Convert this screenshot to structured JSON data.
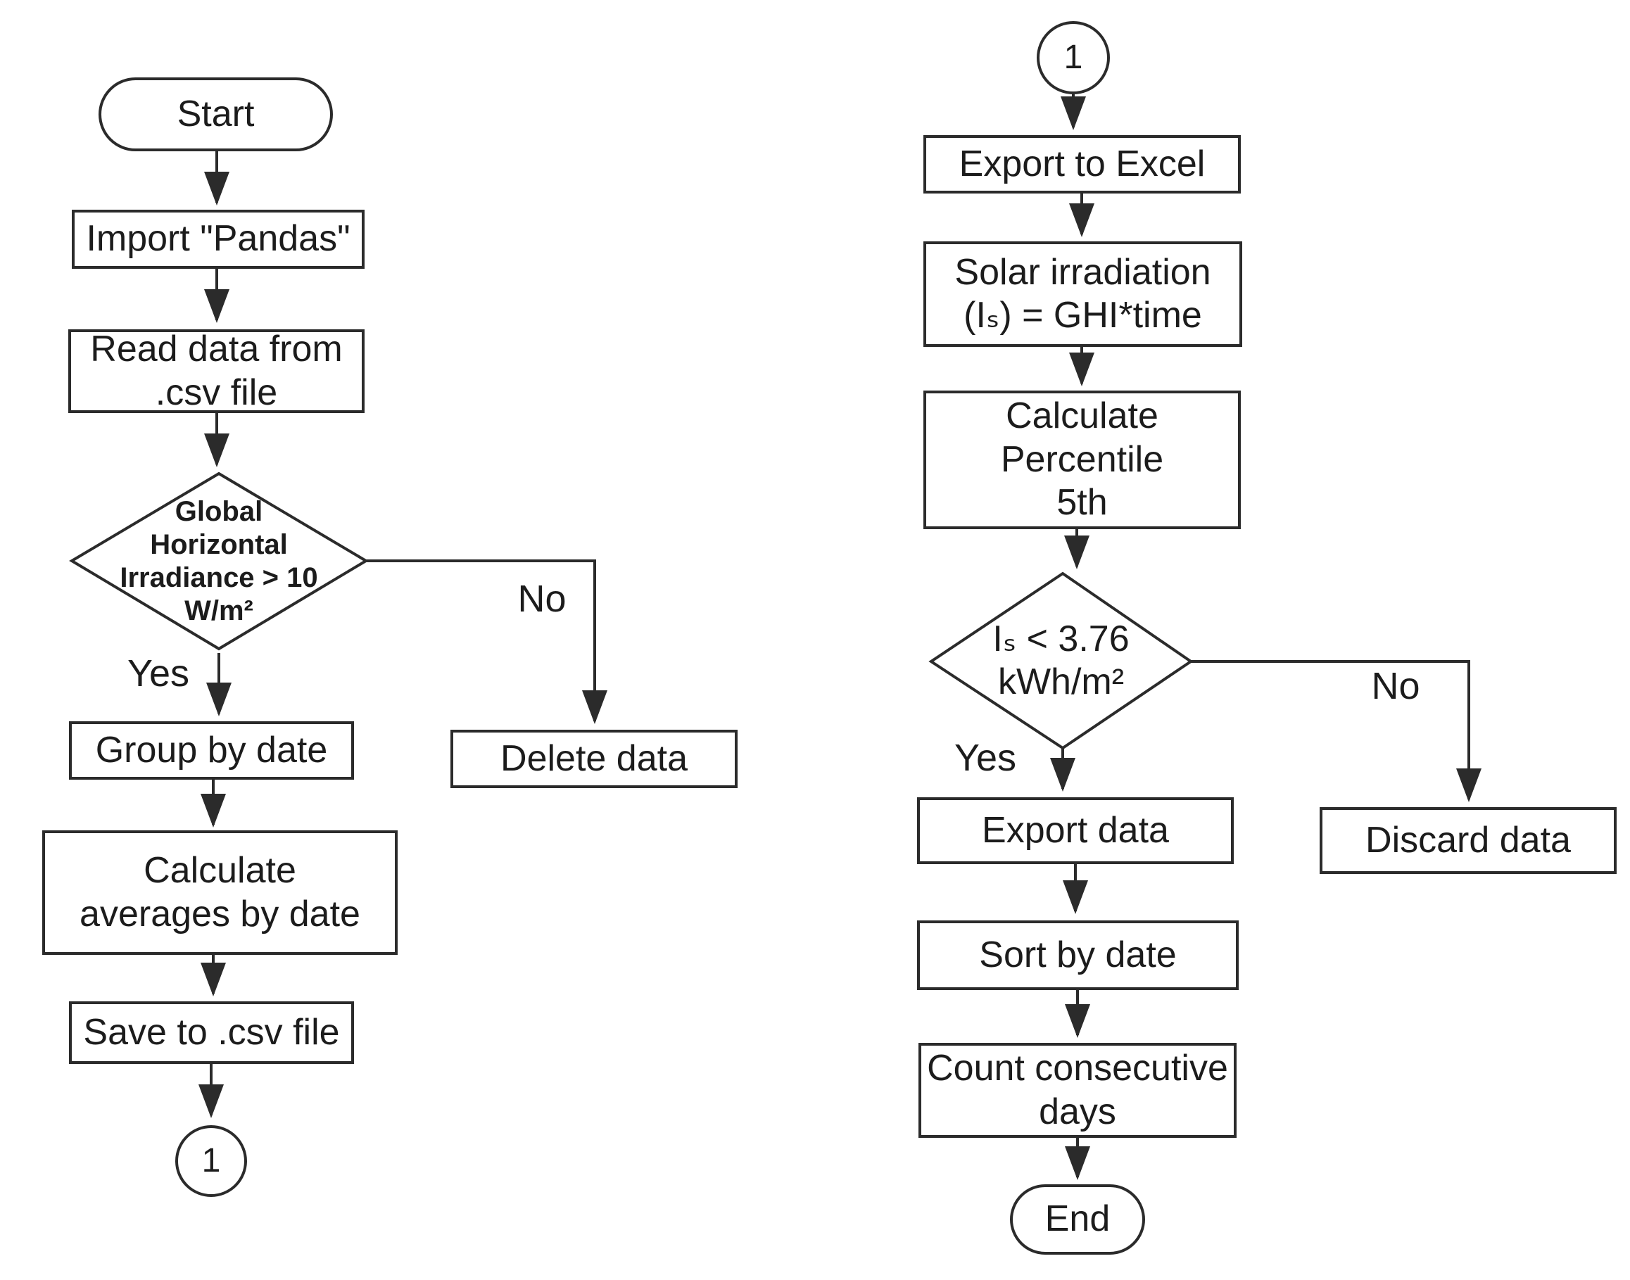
{
  "flowchart": {
    "left": {
      "start": "Start",
      "import_pandas": "Import \"Pandas\"",
      "read_csv": "Read data from\n.csv file",
      "ghi_decision": "Global\nHorizontal\nIrradiance > 10\nW/m²",
      "yes_label": "Yes",
      "no_label": "No",
      "delete_data": "Delete data",
      "group_by_date": "Group by date",
      "calc_averages": "Calculate\naverages by date",
      "save_csv": "Save to .csv file",
      "connector": "1"
    },
    "right": {
      "connector": "1",
      "export_excel": "Export to Excel",
      "solar_irradiation": "Solar irradiation\n(Iₛ) = GHI*time",
      "calc_percentile": "Calculate\nPercentile\n5th",
      "is_decision": "Iₛ < 3.76\nkWh/m²",
      "yes_label": "Yes",
      "no_label": "No",
      "discard_data": "Discard data",
      "export_data": "Export data",
      "sort_by_date": "Sort by date",
      "count_days": "Count consecutive\ndays",
      "end": "End"
    },
    "colors": {
      "stroke": "#2b2b2b",
      "background": "#ffffff",
      "text": "#1c1c1c"
    }
  }
}
